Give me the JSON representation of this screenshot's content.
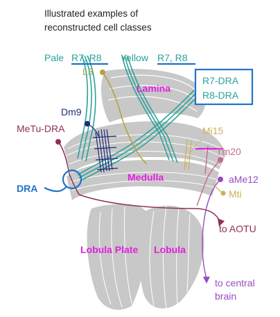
{
  "title": {
    "line1": "Illustrated examples of",
    "line2": "reconstructed cell classes"
  },
  "labels": {
    "pale": "Pale",
    "yellow": "Yellow",
    "r7r8_pale": "R7, R8",
    "r7r8_yellow": "R7, R8",
    "l3": "L3",
    "lamina": "Lamina",
    "r7_dra": "R7-DRA",
    "r8_dra": "R8-DRA",
    "dm9": "Dm9",
    "metu_dra": "MeTu-DRA",
    "mi15": "Mi15",
    "tm20": "Tm20",
    "dra": "DRA",
    "medulla": "Medulla",
    "ame12": "aMe12",
    "mti": "Mti",
    "to_aotu": "to AOTU",
    "lobula_plate": "Lobula Plate",
    "lobula": "Lobula",
    "to_central_1": "to central",
    "to_central_2": "brain"
  },
  "colors": {
    "teal": "#2aa39a",
    "olive": "#b5a33c",
    "navy": "#1f2a78",
    "maroon": "#8e2f5a",
    "blue": "#1f73c9",
    "magenta": "#e020e0",
    "tan": "#c9b25a",
    "pink": "#c44a8a",
    "tm20": "#c86a8e",
    "purple": "#9a4bbf",
    "grey": "#c8c8c8",
    "text": "#222222"
  }
}
